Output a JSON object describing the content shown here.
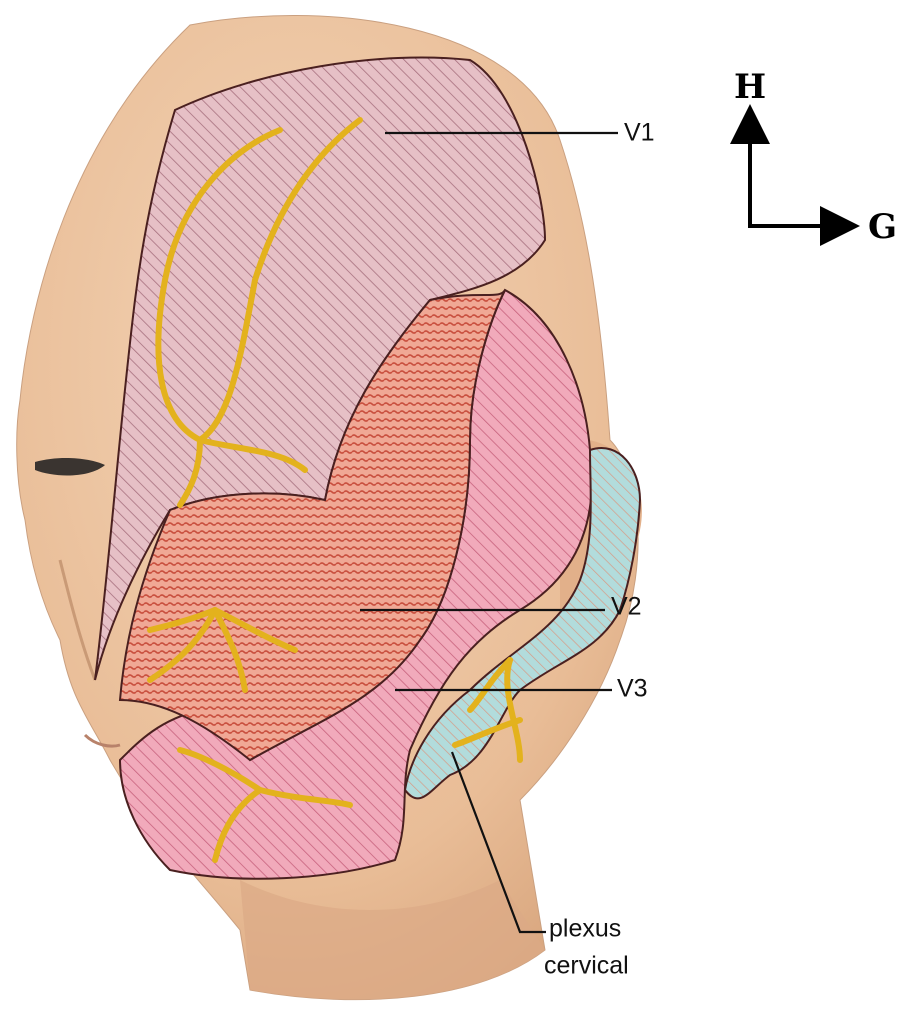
{
  "labels": {
    "v1": "V1",
    "v2": "V2",
    "v3": "V3",
    "plexus_line1": "plexus",
    "plexus_line2": "cervical"
  },
  "axes": {
    "up": "H",
    "right": "G"
  },
  "colors": {
    "skin": "#eec7a4",
    "skin_shadow": "#d9a97f",
    "v1_region": "#e8bcc4",
    "v2_region": "#ec8a7a",
    "v3_region": "#ee9bb0",
    "cervical_region": "#a9d6d6",
    "nerve": "#e3b21d",
    "outline": "#5a2a2a"
  }
}
